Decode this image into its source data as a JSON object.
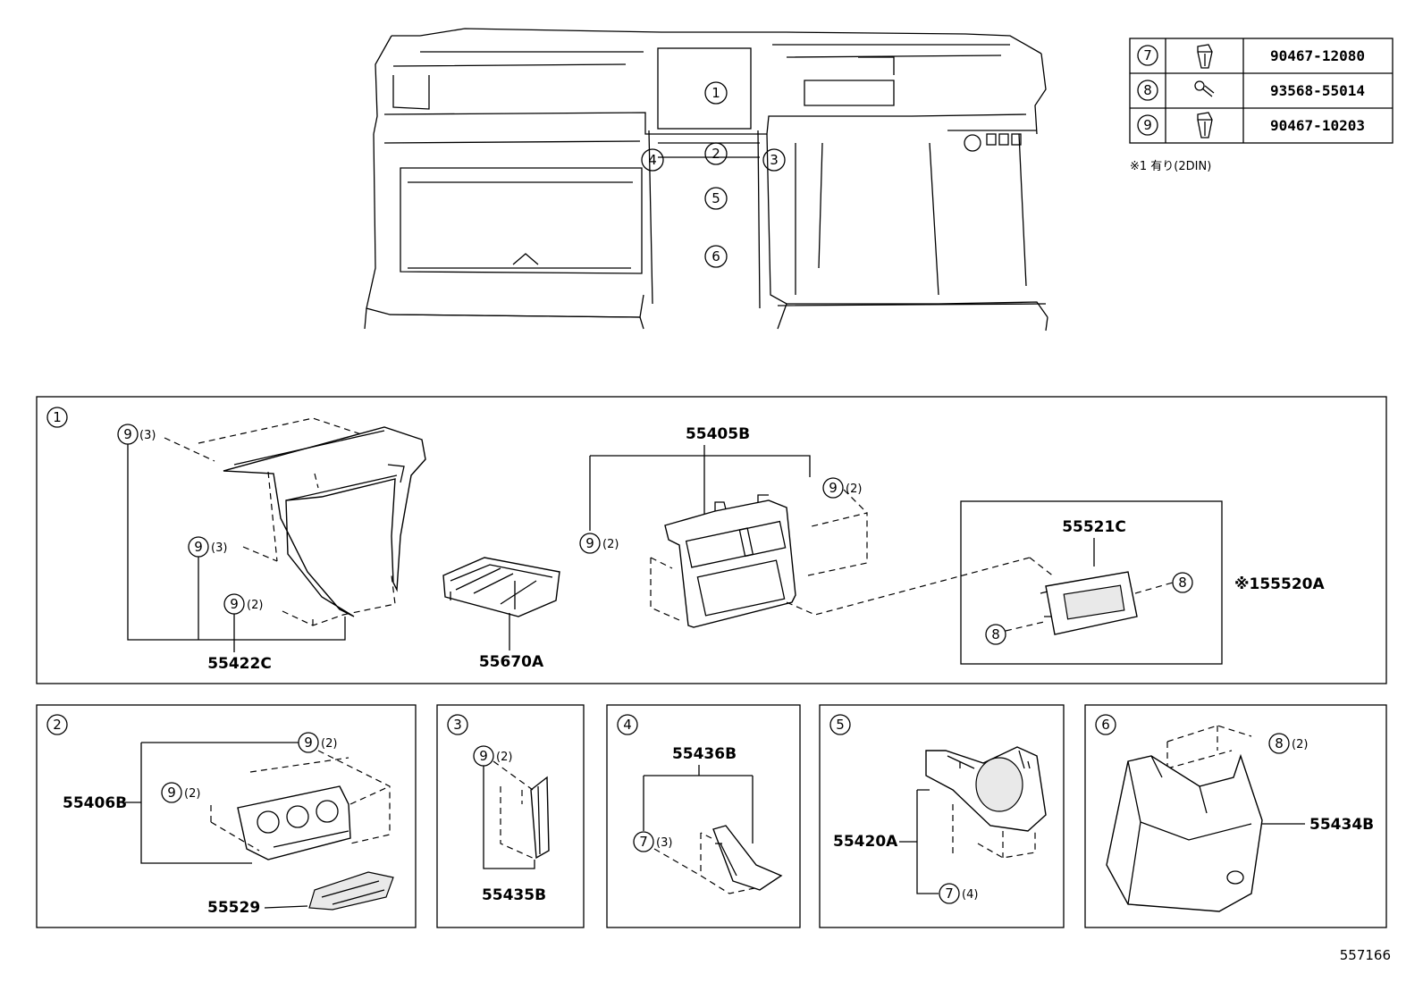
{
  "hardware_table": [
    {
      "callout": "7",
      "part_no": "90467-12080",
      "icon": "clip-icon"
    },
    {
      "callout": "8",
      "part_no": "93568-55014",
      "icon": "screw-icon"
    },
    {
      "callout": "9",
      "part_no": "90467-10203",
      "icon": "clip-icon"
    }
  ],
  "note": "※1 有り(2DIN)",
  "overview_callouts": [
    "1",
    "2",
    "3",
    "4",
    "5",
    "6"
  ],
  "groups": {
    "g1": {
      "number": "1",
      "parts": {
        "p55422C": "55422C",
        "p55670A": "55670A",
        "p55405B": "55405B",
        "p55521C": "55521C",
        "p55520A": "※155520A"
      },
      "callouts": {
        "c9a": "9",
        "q9a": "(3)",
        "c9b": "9",
        "q9b": "(3)",
        "c9c": "9",
        "q9c": "(2)",
        "c9d": "9",
        "q9d": "(2)",
        "c9e": "9",
        "q9e": "(2)",
        "c8a": "8",
        "c8b": "8"
      }
    },
    "g2": {
      "number": "2",
      "parts": {
        "p55406B": "55406B",
        "p55529": "55529"
      },
      "callouts": {
        "c9a": "9",
        "q9a": "(2)",
        "c9b": "9",
        "q9b": "(2)"
      }
    },
    "g3": {
      "number": "3",
      "parts": {
        "p55435B": "55435B"
      },
      "callouts": {
        "c9a": "9",
        "q9a": "(2)"
      }
    },
    "g4": {
      "number": "4",
      "parts": {
        "p55436B": "55436B"
      },
      "callouts": {
        "c7a": "7",
        "q7a": "(3)"
      }
    },
    "g5": {
      "number": "5",
      "parts": {
        "p55420A": "55420A"
      },
      "callouts": {
        "c7a": "7",
        "q7a": "(4)"
      }
    },
    "g6": {
      "number": "6",
      "parts": {
        "p55434B": "55434B"
      },
      "callouts": {
        "c8a": "8",
        "q8a": "(2)"
      }
    }
  },
  "illustration_id": "557166"
}
